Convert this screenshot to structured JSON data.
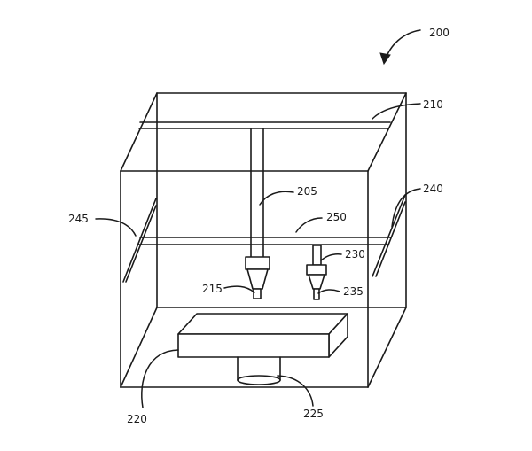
{
  "labels": {
    "figure": "200",
    "gantry_rail_top": "210",
    "vertical_shaft": "205",
    "gantry_rail_middle": "250",
    "side_rail_left": "245",
    "side_rail_right": "240",
    "nozzle_left": "215",
    "nozzle_right_upper": "230",
    "nozzle_right_tip": "235",
    "build_platform": "220",
    "platform_support": "225"
  }
}
